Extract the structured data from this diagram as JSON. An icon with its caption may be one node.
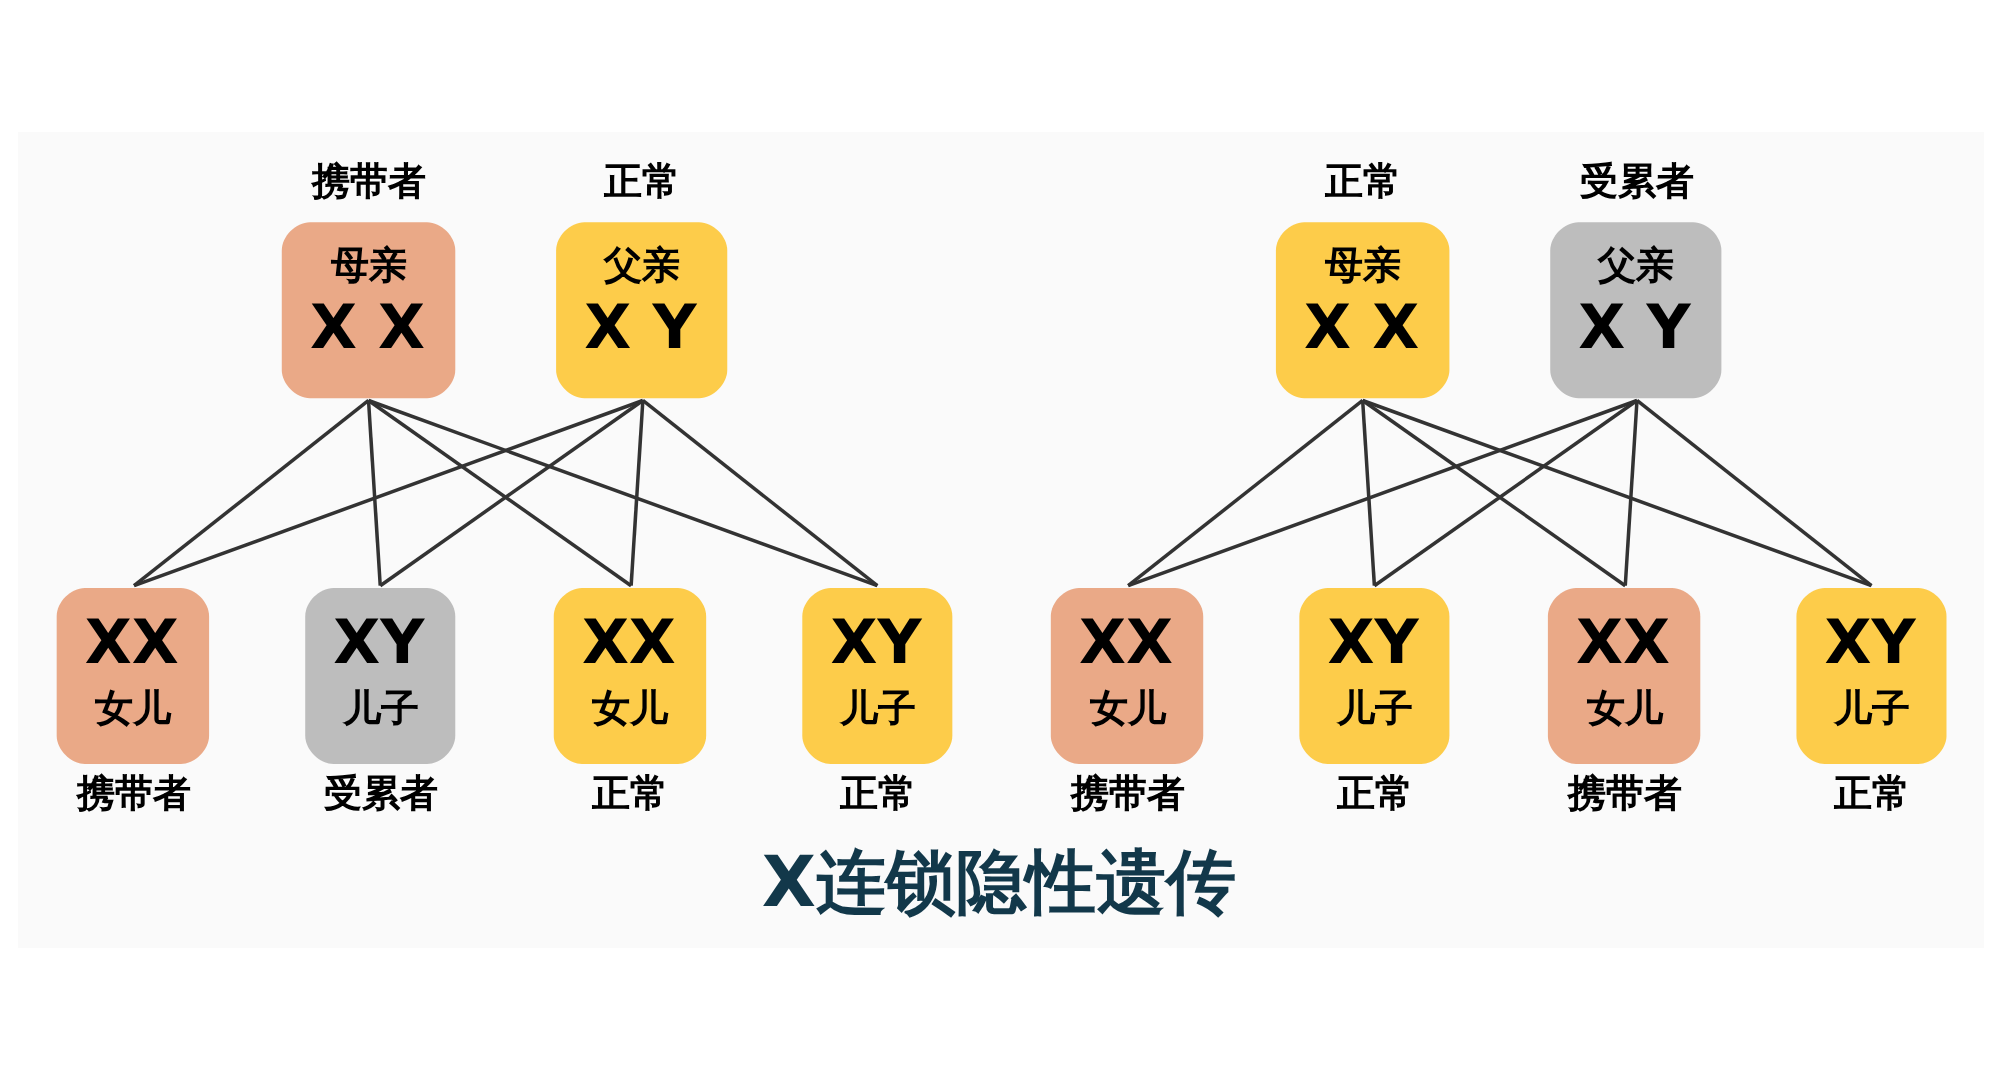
{
  "diagram": {
    "title": "X连锁隐性遗传",
    "nodes": [
      {
        "text": [
          "母亲",
          "X X"
        ],
        "beside": [
          "携带者"
        ]
      },
      {
        "text": [
          "父亲",
          "X Y"
        ],
        "beside": [
          "正常"
        ]
      },
      {
        "text": [
          "母亲",
          "X X"
        ],
        "beside": [
          "正常"
        ]
      },
      {
        "text": [
          "父亲",
          "X Y"
        ],
        "beside": [
          "受累者"
        ]
      },
      {
        "text": [
          "XX",
          "女儿"
        ],
        "beside": [
          "正常"
        ]
      },
      {
        "text": [
          "XY",
          "儿子"
        ],
        "beside": [
          "正常"
        ]
      },
      {
        "text": [
          "XX",
          "女儿"
        ],
        "beside": [
          "携带者"
        ]
      },
      {
        "text": [
          "XY",
          "儿子"
        ],
        "beside": [
          "受累者"
        ]
      },
      {
        "text": [
          "XX",
          "女儿"
        ],
        "beside": [
          "携带者"
        ]
      },
      {
        "text": [
          "XY",
          "儿子"
        ],
        "beside": [
          "正常"
        ]
      },
      {
        "text": [
          "XX",
          "女儿"
        ],
        "beside": [
          "携带者"
        ]
      },
      {
        "text": [
          "XY",
          "儿子"
        ],
        "beside": [
          "正常"
        ]
      }
    ],
    "edges": [
      {
        "from": 0,
        "to": 4,
        "arrow": "none"
      },
      {
        "from": 0,
        "to": 5,
        "arrow": "none"
      },
      {
        "from": 0,
        "to": 6,
        "arrow": "none"
      },
      {
        "from": 0,
        "to": 7,
        "arrow": "none"
      },
      {
        "from": 1,
        "to": 4,
        "arrow": "none"
      },
      {
        "from": 1,
        "to": 5,
        "arrow": "none"
      },
      {
        "from": 1,
        "to": 6,
        "arrow": "none"
      },
      {
        "from": 1,
        "to": 7,
        "arrow": "none"
      },
      {
        "from": 2,
        "to": 8,
        "arrow": "none"
      },
      {
        "from": 2,
        "to": 9,
        "arrow": "none"
      },
      {
        "from": 2,
        "to": 10,
        "arrow": "none"
      },
      {
        "from": 2,
        "to": 11,
        "arrow": "none"
      },
      {
        "from": 3,
        "to": 8,
        "arrow": "none"
      },
      {
        "from": 3,
        "to": 9,
        "arrow": "none"
      },
      {
        "from": 3,
        "to": 10,
        "arrow": "none"
      },
      {
        "from": 3,
        "to": 11,
        "arrow": "none"
      }
    ]
  }
}
